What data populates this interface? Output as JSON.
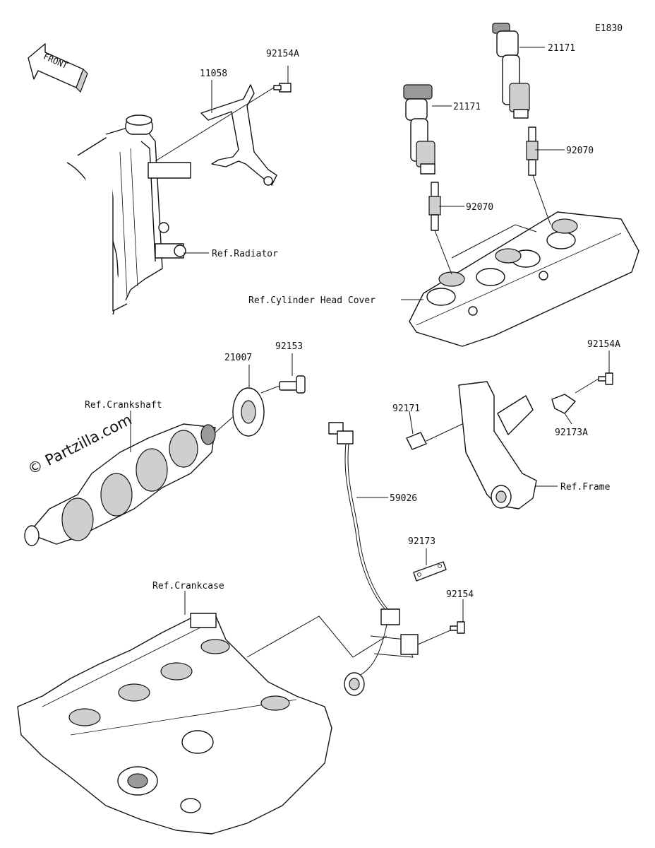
{
  "diagram_code": "E1830",
  "front_label": "FRONT",
  "watermark": "© Partzilla.com",
  "parts": {
    "p21171_top": "21171",
    "p21171_mid": "21171",
    "p92070_top": "92070",
    "p92070_mid": "92070",
    "p11058": "11058",
    "p92154A_top": "92154A",
    "p92154A_right": "92154A",
    "p21007": "21007",
    "p92153": "92153",
    "p92171": "92171",
    "p92173A": "92173A",
    "p59026": "59026",
    "p92173": "92173",
    "p92154": "92154"
  },
  "refs": {
    "radiator": "Ref.Radiator",
    "cylinder_head_cover": "Ref.Cylinder Head Cover",
    "crankshaft": "Ref.Crankshaft",
    "frame": "Ref.Frame",
    "crankcase": "Ref.Crankcase"
  }
}
